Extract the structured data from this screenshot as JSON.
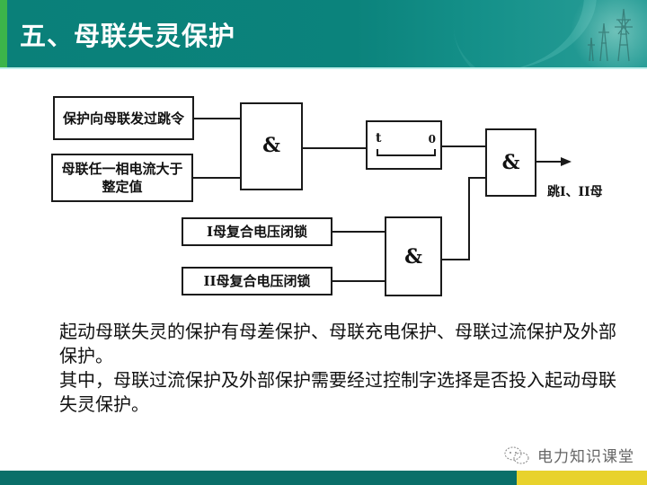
{
  "slide": {
    "title": "五、母联失灵保护",
    "colors": {
      "header_bg": "#0b837c",
      "header_stripe": "#3cb44a",
      "footer_teal": "#0a6f69",
      "footer_yellow": "#e8d22c"
    }
  },
  "diagram": {
    "inputs": [
      {
        "id": "in1",
        "label": "保护向母联发过跳令"
      },
      {
        "id": "in2",
        "label": "母联任一相电流大于整定值"
      },
      {
        "id": "in3",
        "label": "I母复合电压闭锁"
      },
      {
        "id": "in4",
        "label": "II母复合电压闭锁"
      }
    ],
    "gates": [
      {
        "id": "and1",
        "label": "&"
      },
      {
        "id": "and2",
        "label": "&"
      },
      {
        "id": "and3",
        "label": "&"
      }
    ],
    "timer": {
      "t_label": "t",
      "zero_label": "0"
    },
    "output_label": "跳I、II母"
  },
  "body": {
    "paragraphs": [
      "起动母联失灵的保护有母差保护、母联充电保护、母联过流保护及外部保护。",
      "其中，母联过流保护及外部保护需要经过控制字选择是否投入起动母联失灵保护。"
    ]
  },
  "watermark": {
    "icon": "wechat-icon",
    "text": "电力知识课堂"
  }
}
